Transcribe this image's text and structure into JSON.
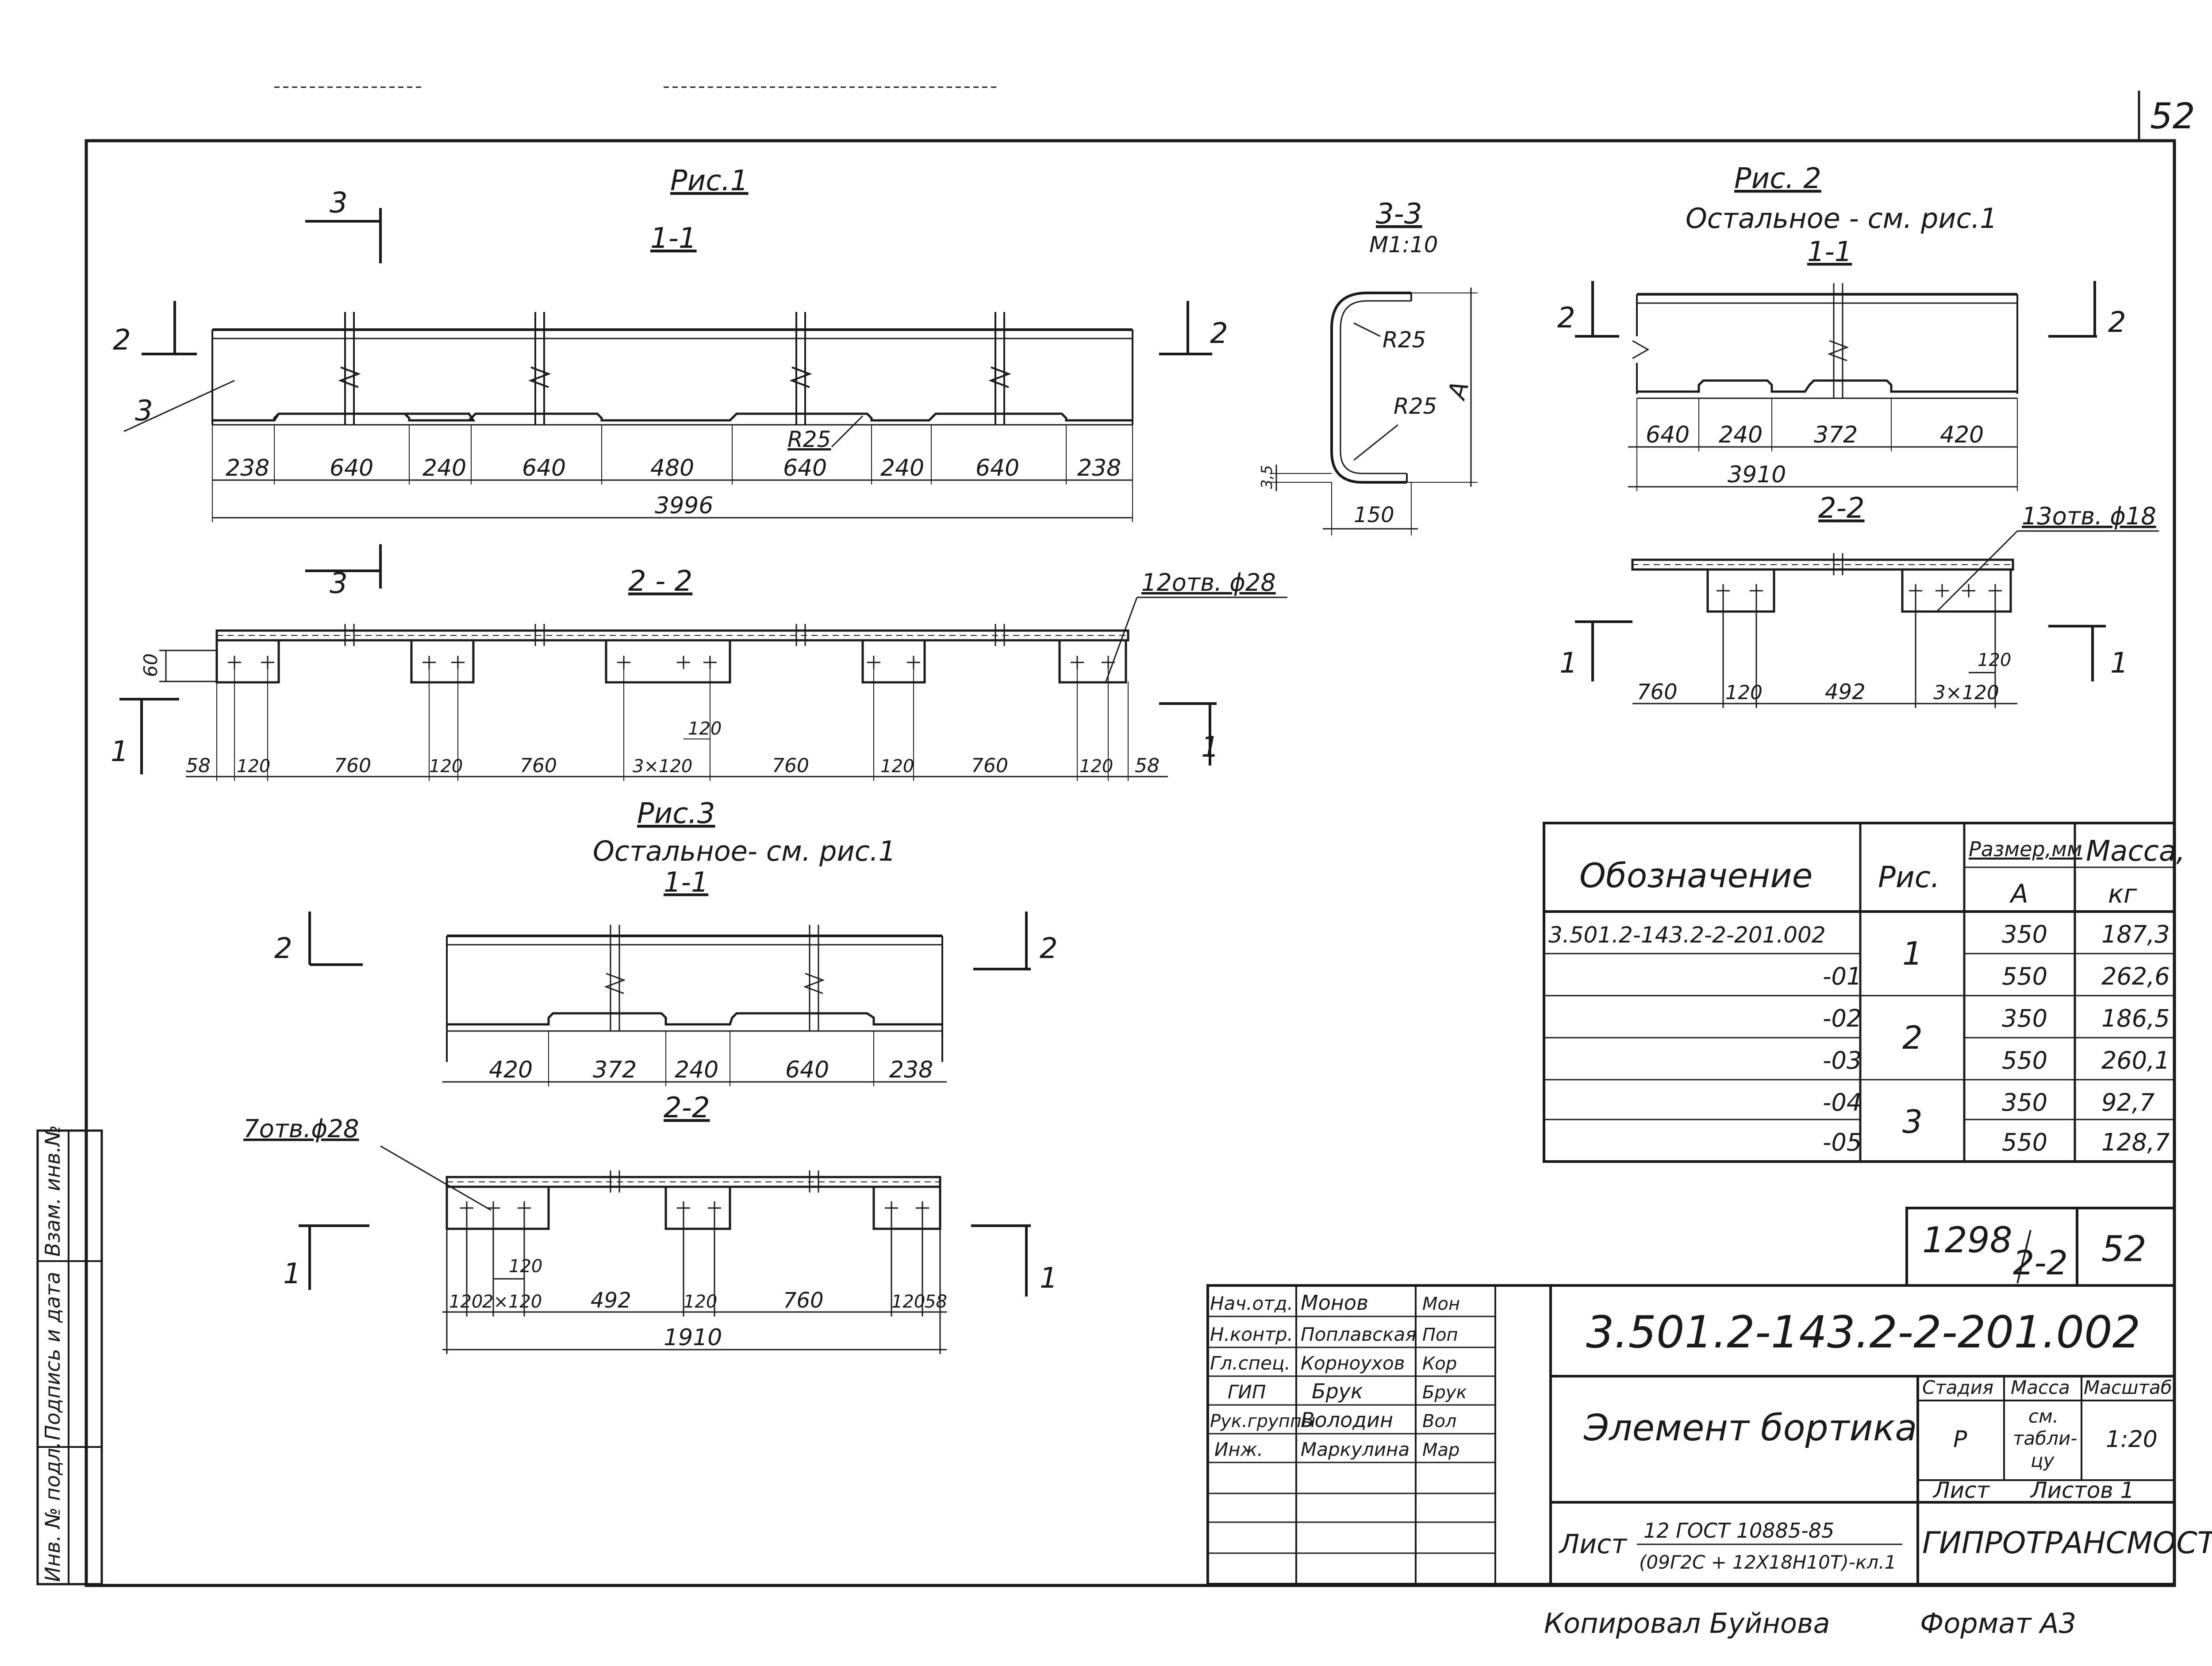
{
  "sheet_corner_number": "52",
  "fig1": {
    "title": "Рис.1",
    "view_1_1": "1-1",
    "view_2_2": "2 - 2",
    "cut3_label": "3",
    "cut3_label_bottom": "3",
    "cut2_label": "2",
    "cut2_label_right": "2",
    "cut1_label": "1",
    "cut1_label_right": "1",
    "pos3": "3",
    "radius": "R25",
    "dims_top": [
      "238",
      "640",
      "240",
      "640",
      "480",
      "640",
      "240",
      "640",
      "238"
    ],
    "total_top": "3996",
    "holes_note": "12отв. ϕ28",
    "dim_60": "60",
    "dim_120_small": "120",
    "dims_bottom": [
      "58",
      "120",
      "760",
      "120",
      "760",
      "3×120",
      "760",
      "120",
      "760",
      "120",
      "58"
    ]
  },
  "section33": {
    "title": "3-3",
    "scale": "M1:10",
    "r1": "R25",
    "r2": "R25",
    "dim_a": "A",
    "dim_width": "150",
    "dim_thk": "3,5"
  },
  "fig2": {
    "title": "Рис. 2",
    "note": "Остальное - см. рис.1",
    "view_1_1": "1-1",
    "view_2_2": "2-2",
    "cut2_left": "2",
    "cut2_right": "2",
    "cut1_left": "1",
    "cut1_right": "1",
    "dims_top": [
      "640",
      "240",
      "372",
      "420"
    ],
    "total_top": "3910",
    "holes_note": "13отв. ϕ18",
    "dim_120_small": "120",
    "dims_bottom": [
      "760",
      "120",
      "492",
      "3×120"
    ]
  },
  "fig3": {
    "title": "Рис.3",
    "note": "Остальное- см. рис.1",
    "view_1_1": "1-1",
    "view_2_2": "2-2",
    "cut2_left": "2",
    "cut2_right": "2",
    "cut1_left": "1",
    "cut1_right": "1",
    "dims_top": [
      "420",
      "372",
      "240",
      "640",
      "238"
    ],
    "holes_note": "7отв.ϕ28",
    "dim_120_small": "120",
    "dims_bottom": [
      "120",
      "2×120",
      "492",
      "120",
      "760",
      "120",
      "58"
    ],
    "total_bottom": "1910"
  },
  "spec_table": {
    "headers": {
      "designation": "Обозначение",
      "fig": "Рис.",
      "size": "Размер,мм",
      "size_a": "A",
      "mass": "Масса,",
      "mass_unit": "кг"
    },
    "rows": [
      {
        "designation": "3.501.2-143.2-2-201.002",
        "a": "350",
        "mass": "187,3"
      },
      {
        "designation": "-01",
        "a": "550",
        "mass": "262,6"
      },
      {
        "designation": "-02",
        "a": "350",
        "mass": "186,5"
      },
      {
        "designation": "-03",
        "a": "550",
        "mass": "260,1"
      },
      {
        "designation": "-04",
        "a": "350",
        "mass": "92,7"
      },
      {
        "designation": "-05",
        "a": "550",
        "mass": "128,7"
      }
    ],
    "fig_groups": [
      "1",
      "2",
      "3"
    ]
  },
  "album": {
    "number": "1298",
    "part": "2-2",
    "sheet": "52"
  },
  "title_block": {
    "code": "3.501.2-143.2-2-201.002",
    "name": "Элемент бортика",
    "stage_h": "Стадия",
    "mass_h": "Масса",
    "scale_h": "Масштаб",
    "stage": "Р",
    "mass_1": "см.",
    "mass_2": "табли-",
    "mass_3": "цу",
    "scale": "1:20",
    "sheet_h": "Лист",
    "sheets_h": "Листов 1",
    "material_prefix": "Лист",
    "material_top": "12 ГОСТ 10885-85",
    "material_bottom": "(09Г2С + 12Х18Н10Т)-кл.1",
    "org": "ГИПРОТРАНСМОСТ",
    "signers": [
      {
        "role": "Нач.отд.",
        "name": "Монов",
        "sig": "Мон"
      },
      {
        "role": "Н.контр.",
        "name": "Поплавская",
        "sig": "Поп"
      },
      {
        "role": "Гл.спец.",
        "name": "Корноухов",
        "sig": "Кор"
      },
      {
        "role": "ГИП",
        "name": "Брук",
        "sig": "Брук"
      },
      {
        "role": "Рук.группы",
        "name": "Володин",
        "sig": "Вол"
      },
      {
        "role": "Инж.",
        "name": "Маркулина",
        "sig": "Мар"
      }
    ]
  },
  "left_strip": {
    "inv_podl": "Инв. № подл.",
    "podpis": "Подпись и дата",
    "vzam": "Взам. инв.№"
  },
  "footer": {
    "copied": "Копировал Буйнова",
    "format": "Формат А3"
  }
}
